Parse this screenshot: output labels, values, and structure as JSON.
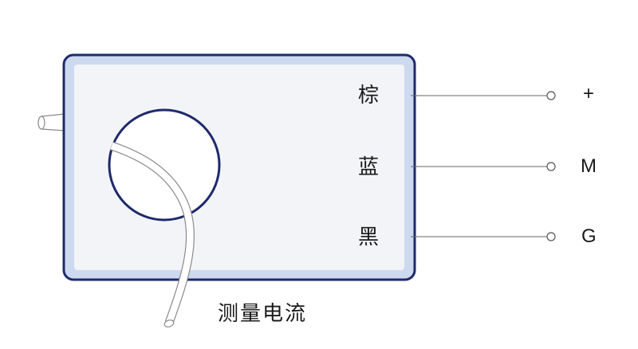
{
  "wires": [
    {
      "color_label": "棕",
      "terminal": "+"
    },
    {
      "color_label": "蓝",
      "terminal": "M"
    },
    {
      "color_label": "黑",
      "terminal": "G"
    }
  ],
  "caption": "测量电流",
  "colors": {
    "box_border": "#1f2a6b",
    "box_fill": "#cdd9ef",
    "box_inner": "#f2f4f7",
    "ring": "#1f2a6b",
    "lead_line": "#666666",
    "cable": "#8a8a8a"
  }
}
